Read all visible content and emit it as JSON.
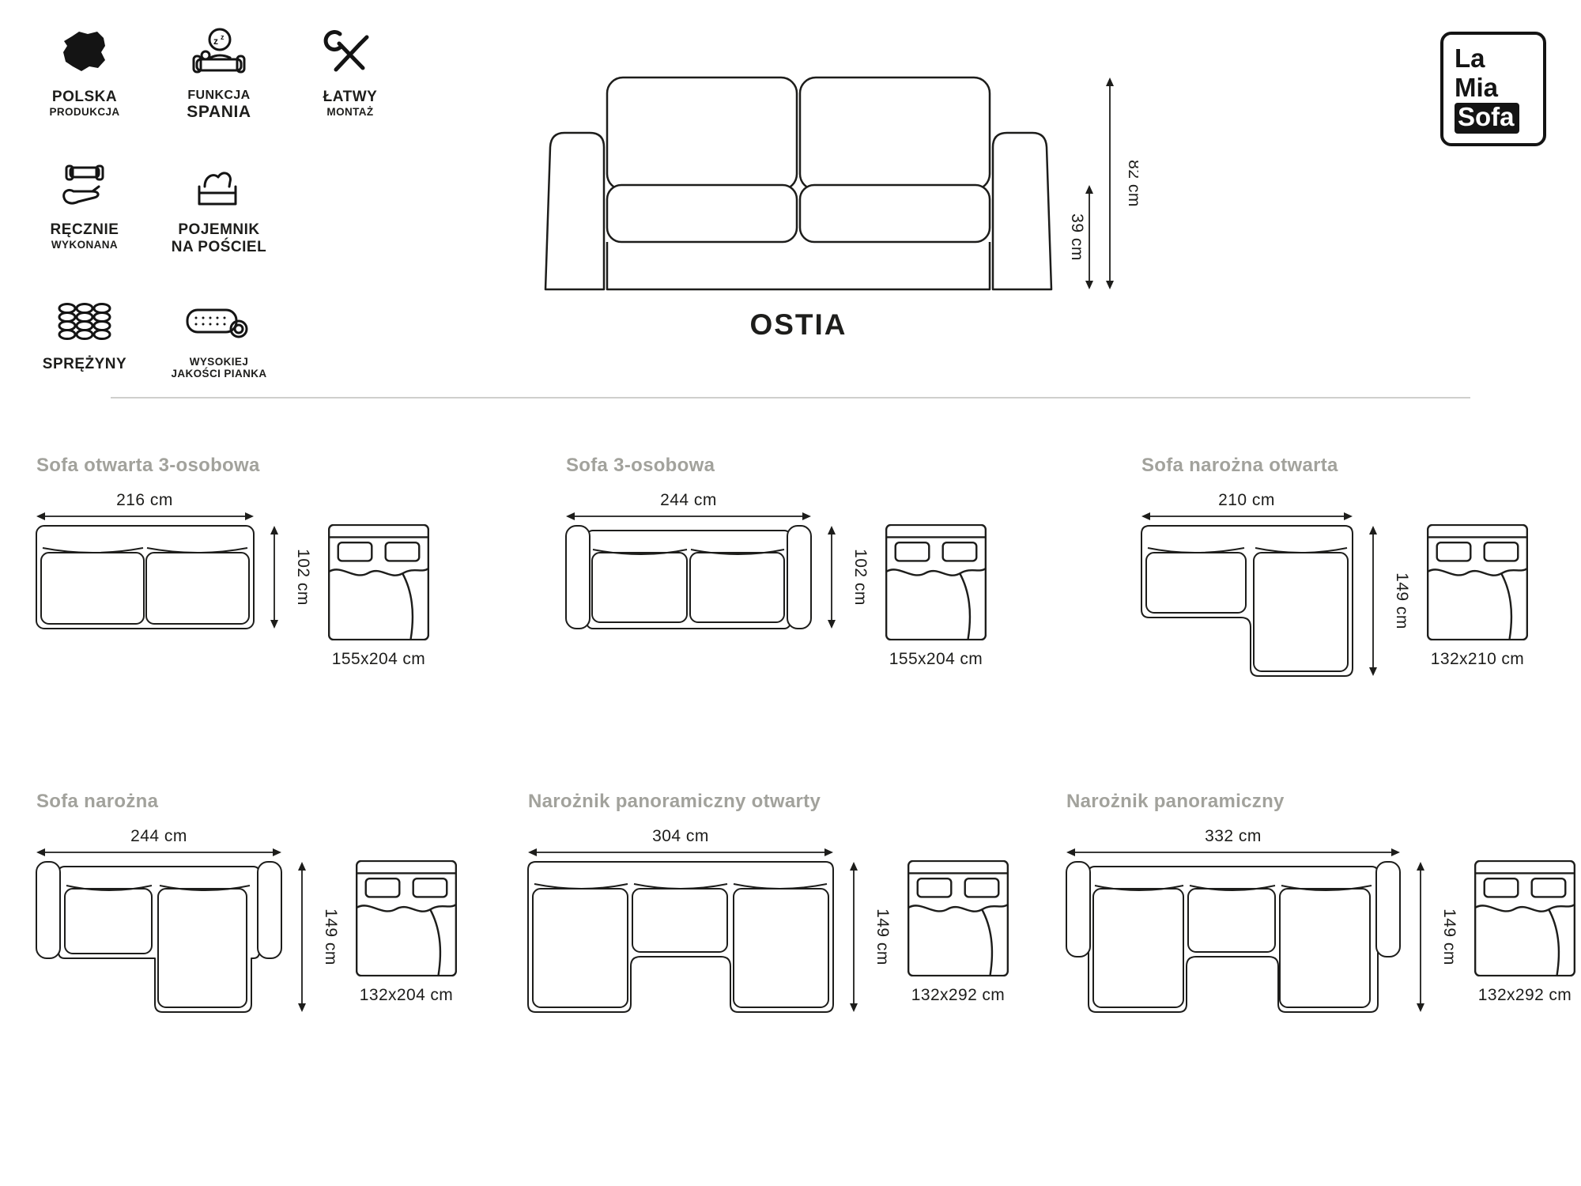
{
  "brand": {
    "line1": "La",
    "line2": "Mia",
    "line3": "Sofa"
  },
  "product": {
    "name": "OSTIA",
    "height_label": "82 cm",
    "seat_height_label": "39 cm"
  },
  "features": [
    {
      "icon": "poland-map-icon",
      "label1": "POLSKA",
      "label2": "PRODUKCJA"
    },
    {
      "icon": "sleep-function-icon",
      "label1": "FUNKCJA",
      "label2": "SPANIA"
    },
    {
      "icon": "easy-assembly-icon",
      "label1": "ŁATWY",
      "label2": "MONTAŻ"
    },
    {
      "icon": "handmade-icon",
      "label1": "RĘCZNIE",
      "label2": "WYKONANA"
    },
    {
      "icon": "bedding-storage-icon",
      "label1": "POJEMNIK",
      "label2": "NA POŚCIEL"
    },
    {
      "icon": "springs-icon",
      "label1": "SPRĘŻYNY",
      "label2": ""
    },
    {
      "icon": "foam-quality-icon",
      "label1": "WYSOKIEJ",
      "label2": "JAKOŚCI PIANKA"
    }
  ],
  "configs": [
    {
      "title": "Sofa otwarta 3-osobowa",
      "width": "216 cm",
      "depth": "102 cm",
      "bed": "155x204 cm"
    },
    {
      "title": "Sofa 3-osobowa",
      "width": "244 cm",
      "depth": "102 cm",
      "bed": "155x204 cm"
    },
    {
      "title": "Sofa narożna otwarta",
      "width": "210 cm",
      "depth": "149 cm",
      "bed": "132x210 cm"
    },
    {
      "title": "Sofa narożna",
      "width": "244 cm",
      "depth": "149 cm",
      "bed": "132x204 cm"
    },
    {
      "title": "Narożnik panoramiczny otwarty",
      "width": "304 cm",
      "depth": "149 cm",
      "bed": "132x292 cm"
    },
    {
      "title": "Narożnik panoramiczny",
      "width": "332 cm",
      "depth": "149 cm",
      "bed": "132x292 cm"
    }
  ],
  "colors": {
    "line": "#1d1d1b",
    "title_gray": "#a2a29c",
    "divider": "#cfcfcc"
  }
}
